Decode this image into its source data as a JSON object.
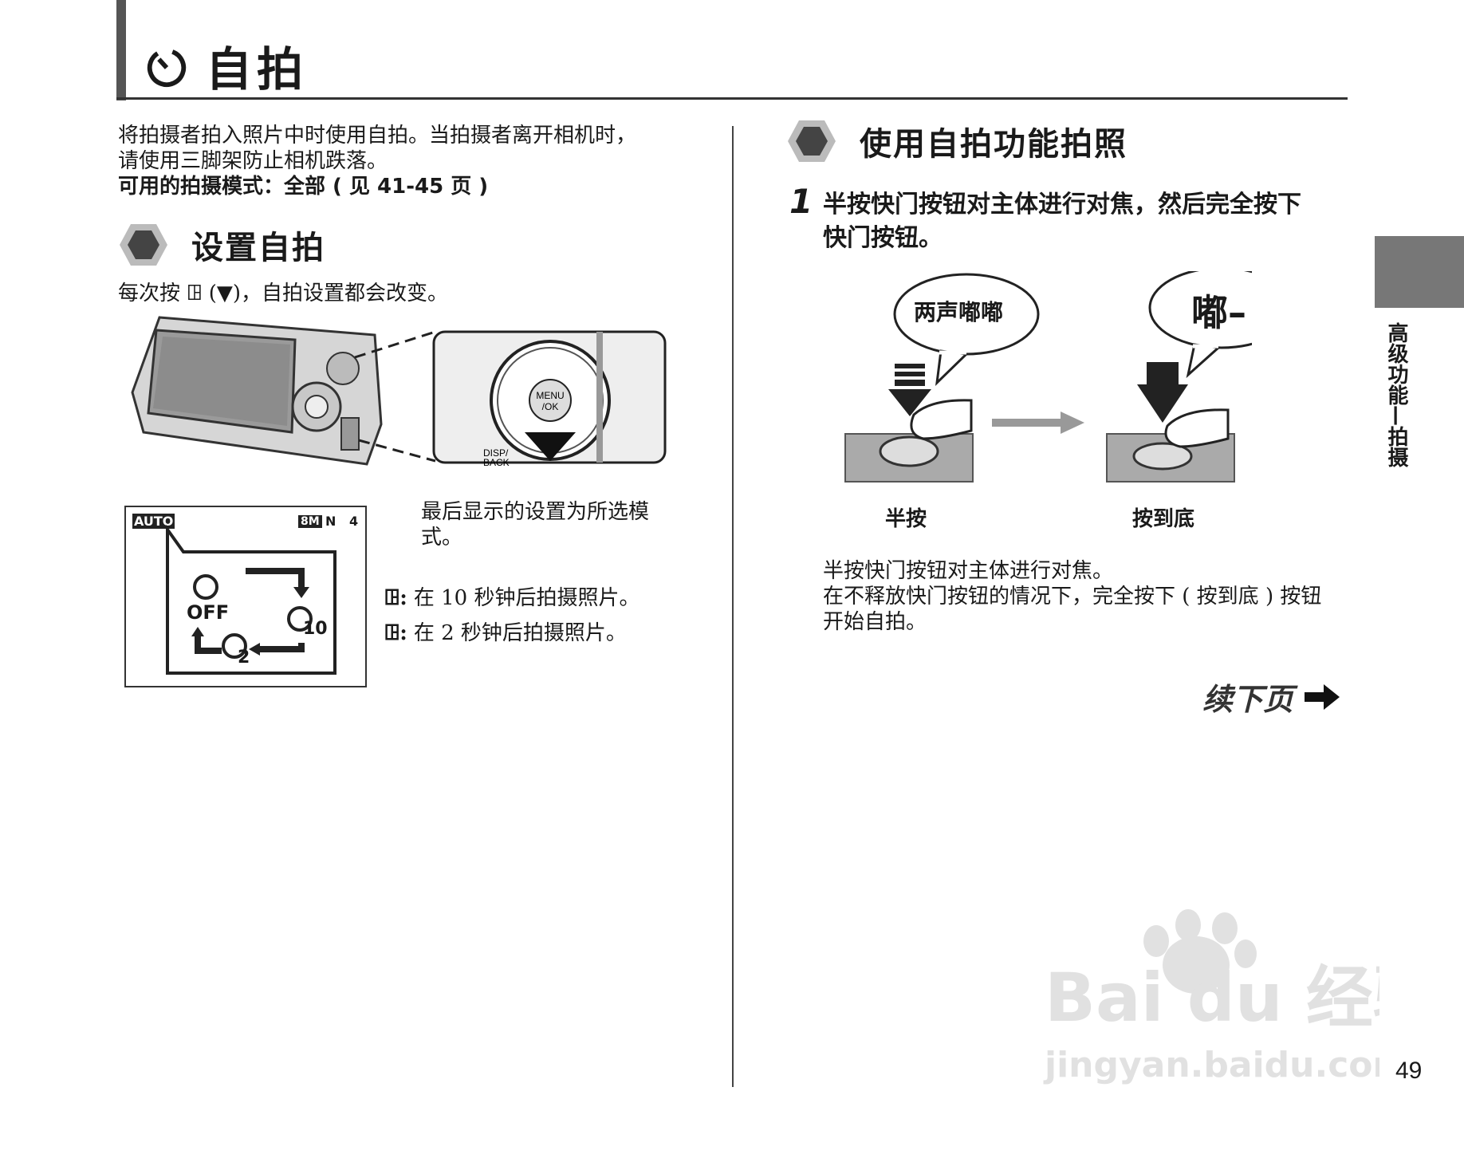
{
  "header": {
    "title": "自拍"
  },
  "left": {
    "intro_line1": "将拍摄者拍入照片中时使用自拍。当拍摄者离开相机时，",
    "intro_line2": "请使用三脚架防止相机跌落。",
    "modes": "可用的拍摄模式：全部 ( 见 41-45 页 )",
    "section_title": "设置自拍",
    "press_text": "每次按 ꖸ (▼)，自拍设置都会改变。",
    "camera_button_menu": "MENU",
    "camera_button_ok": "/OK",
    "camera_disp": "DISP/",
    "camera_back": "BACK",
    "screen_auto": "AUTO",
    "screen_8m": "8M",
    "screen_n": "N",
    "screen_count": "4",
    "screen_off": "OFF",
    "screen_10": "10",
    "screen_2": "2",
    "last_setting_line1": "最后显示的设置为所选模",
    "last_setting_line2": "式。",
    "timer10_text": "在 10 秒钟后拍摄照片。",
    "timer2_text": "在 2 秒钟后拍摄照片。"
  },
  "right": {
    "section_title": "使用自拍功能拍照",
    "step_num": "1",
    "step_line1": "半按快门按钮对主体进行对焦，然后完全按下",
    "step_line2": "快门按钮。",
    "bubble1": "两声嘟嘟",
    "bubble2": "嘟–",
    "label_half": "半按",
    "label_full": "按到底",
    "desc_line1": "半按快门按钮对主体进行对焦。",
    "desc_line2": "在不释放快门按钮的情况下，完全按下 ( 按到底 ) 按钮",
    "desc_line3": "开始自拍。",
    "continue": "续下页"
  },
  "side_tab": {
    "label": "高级功能—拍摄"
  },
  "page_number": "49",
  "watermark": {
    "brand": "Bai du 经验",
    "url": "jingyan.baidu.com"
  }
}
